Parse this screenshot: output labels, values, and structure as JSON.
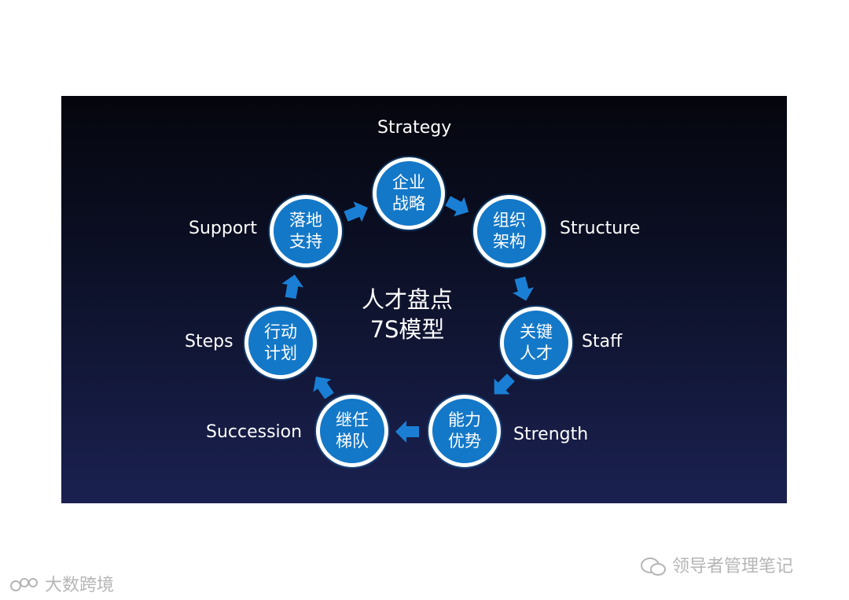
{
  "center": {
    "line1": "人才盘点",
    "line2": "7S模型"
  },
  "nodes": [
    {
      "line1": "企业",
      "line2": "战略",
      "label": "Strategy"
    },
    {
      "line1": "组织",
      "line2": "架构",
      "label": "Structure"
    },
    {
      "line1": "关键",
      "line2": "人才",
      "label": "Staff"
    },
    {
      "line1": "能力",
      "line2": "优势",
      "label": "Strength"
    },
    {
      "line1": "继任",
      "line2": "梯队",
      "label": "Succession"
    },
    {
      "line1": "行动",
      "line2": "计划",
      "label": "Steps"
    },
    {
      "line1": "落地",
      "line2": "支持",
      "label": "Support"
    }
  ],
  "watermarks": {
    "left": "大数跨境",
    "right": "领导者管理笔记"
  },
  "colors": {
    "node_fill": "#1478c8",
    "node_border": "#ffffff",
    "arrow": "#1a7fd4",
    "background_top": "#05060d",
    "background_bottom": "#1a2150"
  }
}
